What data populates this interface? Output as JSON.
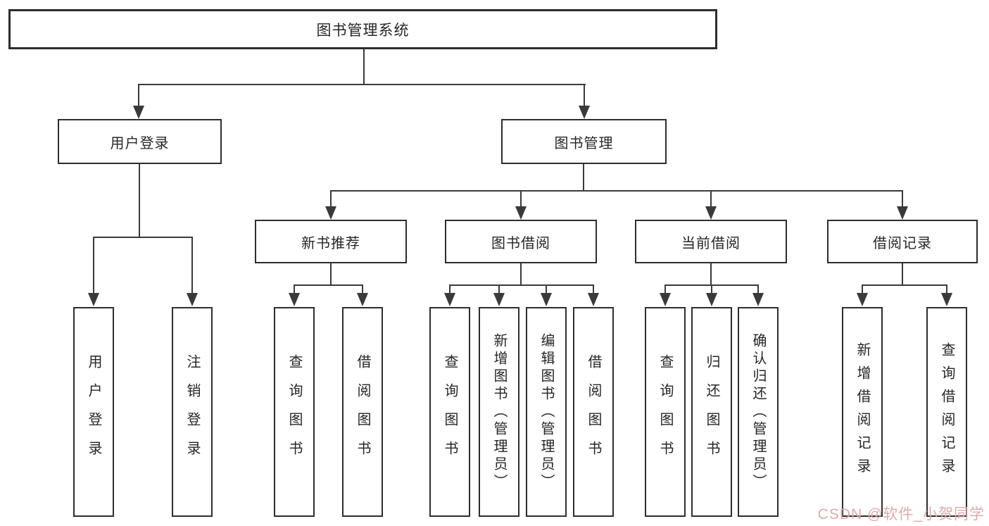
{
  "root": {
    "label": "图书管理系统"
  },
  "user_login": {
    "label": "用户登录",
    "children": [
      {
        "label": "用户登录"
      },
      {
        "label": "注销登录"
      }
    ]
  },
  "book_mgmt": {
    "label": "图书管理",
    "new_books": {
      "label": "新书推荐",
      "children": [
        {
          "label": "查询图书"
        },
        {
          "label": "借阅图书"
        }
      ]
    },
    "borrowing": {
      "label": "图书借阅",
      "children": [
        {
          "label": "查询图书"
        },
        {
          "label": "新增图书（管理员）"
        },
        {
          "label": "编辑图书（管理员）"
        },
        {
          "label": "借阅图书"
        }
      ]
    },
    "current": {
      "label": "当前借阅",
      "children": [
        {
          "label": "查询图书"
        },
        {
          "label": "归还图书"
        },
        {
          "label": "确认归还（管理员）"
        }
      ]
    },
    "records": {
      "label": "借阅记录",
      "children": [
        {
          "label": "新增借阅记录"
        },
        {
          "label": "查询借阅记录"
        }
      ]
    }
  },
  "watermark": {
    "text": "CSDN @软件_小贺同学",
    "color": "#ddabab"
  },
  "colors": {
    "line": "#3a3a3a",
    "border": "#2d2d2d",
    "text": "#262626",
    "background": "#ffffff"
  }
}
